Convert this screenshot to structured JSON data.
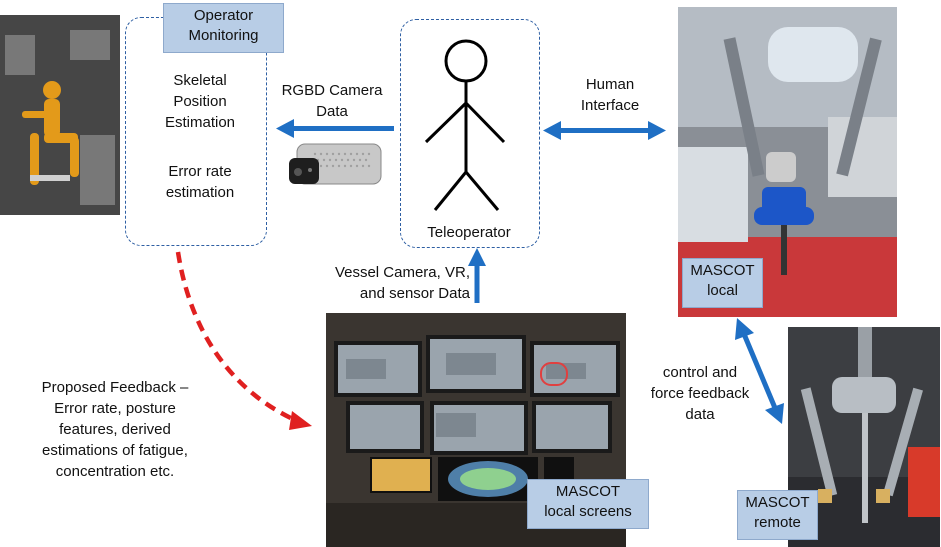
{
  "operator_monitoring": {
    "title_line1": "Operator",
    "title_line2": "Monitoring",
    "item1_line1": "Skeletal",
    "item1_line2": "Position",
    "item1_line3": "Estimation",
    "item2_line1": "Error rate",
    "item2_line2": "estimation"
  },
  "rgbd": {
    "line1": "RGBD Camera",
    "line2": "Data"
  },
  "teleoperator": {
    "label": "Teleoperator"
  },
  "human_interface": {
    "line1": "Human",
    "line2": "Interface"
  },
  "vessel": {
    "line1": "Vessel Camera, VR,",
    "line2": "and sensor Data"
  },
  "proposed_feedback": {
    "line1": "Proposed Feedback –",
    "line2": "Error rate, posture",
    "line3": "features, derived",
    "line4": "estimations of fatigue,",
    "line5": "concentration etc."
  },
  "control_feedback": {
    "line1": "control and",
    "line2": "force feedback",
    "line3": "data"
  },
  "mascot_local": {
    "line1": "MASCOT",
    "line2": "local"
  },
  "mascot_screens": {
    "line1": "MASCOT",
    "line2": "local screens"
  },
  "mascot_remote": {
    "line1": "MASCOT",
    "line2": "remote"
  },
  "colors": {
    "arrow_blue": "#1f6fc4",
    "feedback_red": "#e02020",
    "badge_fill": "#b8cde6"
  }
}
